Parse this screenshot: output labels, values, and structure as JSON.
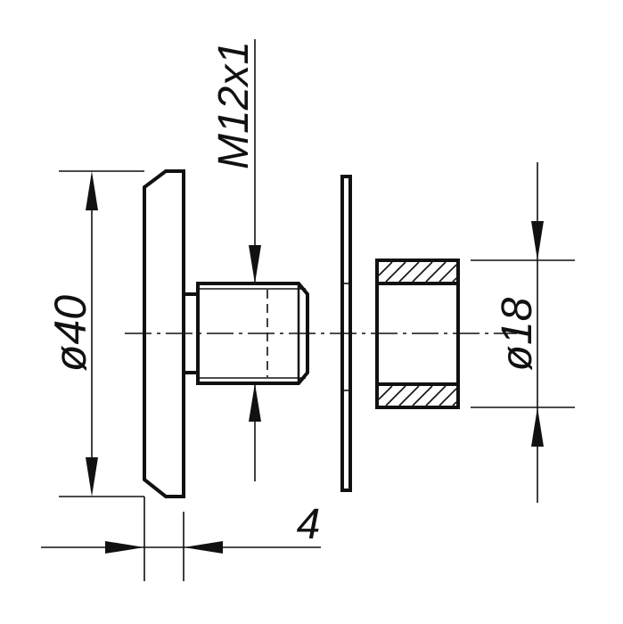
{
  "dimensions": {
    "outer_diameter": "ø40",
    "thread": "M12x1",
    "inner_diameter": "ø18",
    "thickness": "4"
  },
  "colors": {
    "ink": "#111111",
    "background": "#ffffff"
  }
}
